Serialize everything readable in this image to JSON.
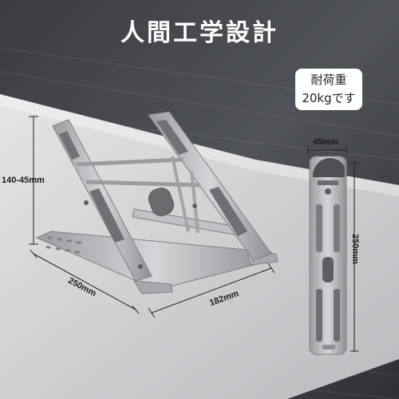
{
  "header": {
    "title": "人間工学設計"
  },
  "badge": {
    "line1": "耐荷重",
    "line2": "20kgです"
  },
  "dimensions": {
    "height": "140-45mm",
    "depth": "250mm",
    "width": "182mm",
    "folded_width": "45mm",
    "folded_length": "250mm"
  },
  "colors": {
    "backdrop": "#4a4d52",
    "surface": "#cfd0d3",
    "metal": "#b7b9bc",
    "metal_dark": "#8d8f93",
    "text_light": "#ffffff",
    "text_dark": "#1c1c1c"
  },
  "icons": [
    "laptop-stand-open",
    "laptop-stand-folded"
  ]
}
